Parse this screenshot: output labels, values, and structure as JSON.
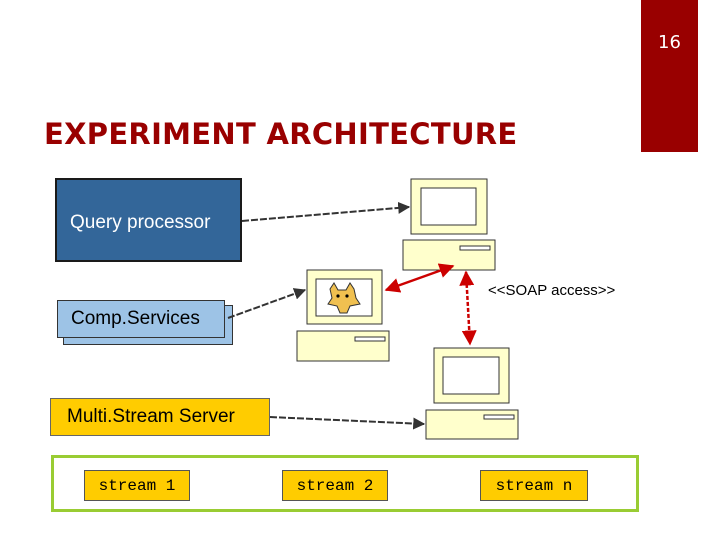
{
  "slide": {
    "page_number": "16",
    "title": "EXPERIMENT ARCHITECTURE"
  },
  "boxes": {
    "query_processor": "Query processor",
    "comp_services": "Comp.Services",
    "multistream_server": "Multi.Stream Server"
  },
  "streams": [
    "stream 1",
    "stream 2",
    "stream n"
  ],
  "connections": {
    "soap_label": "<<SOAP access>>"
  },
  "colors": {
    "accent": "#990000",
    "query_box": "#336699",
    "comp_box": "#9dc3e6",
    "server_box": "#ffcc00",
    "stream_container_border": "#99cc33",
    "soap_arrow": "#cc0000",
    "computer_body": "#ffffcc"
  },
  "icons": [
    "computer-icon",
    "tomcat-logo-icon"
  ]
}
